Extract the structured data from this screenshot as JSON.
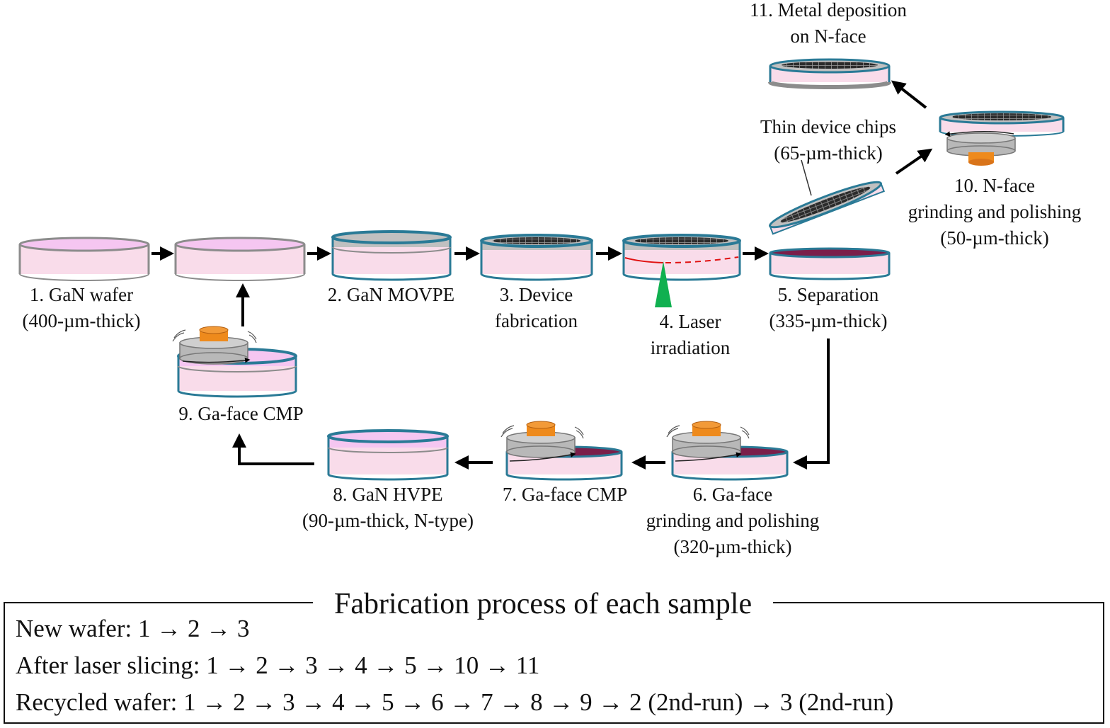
{
  "colors": {
    "wafer_fill": "#f9dcea",
    "wafer_top_pink": "#f5c6f1",
    "wafer_rim_gray": "#8c8c8c",
    "wafer_rim_blue": "#2a7a96",
    "device_layer_gray": "#c0c0c0",
    "device_grid": "#2b2b2b",
    "separation_top": "#7a1f4a",
    "laser_line": "#e01010",
    "laser_beam": "#10b050",
    "polishing_head": "#ee8a1c",
    "polishing_plate": "#b8b8b8",
    "arrow": "#000000"
  },
  "icons": [
    "wafer-icon",
    "device-chip-grid-icon",
    "polishing-head-icon",
    "laser-beam-icon",
    "arrow-icon"
  ],
  "steps": {
    "s1": [
      "1. GaN wafer",
      "(400-µm-thick)"
    ],
    "s2": [
      "2. GaN MOVPE"
    ],
    "s3": [
      "3. Device",
      "fabrication"
    ],
    "s4": [
      "4. Laser",
      "irradiation"
    ],
    "s5": [
      "5. Separation",
      "(335-µm-thick)"
    ],
    "s6": [
      "6. Ga-face",
      "grinding and polishing",
      "(320-µm-thick)"
    ],
    "s7": [
      "7. Ga-face CMP"
    ],
    "s8": [
      "8. GaN HVPE",
      "(90-µm-thick, N-type)"
    ],
    "s9": [
      "9. Ga-face CMP"
    ],
    "s10": [
      "10. N-face",
      "grinding and polishing",
      "(50-µm-thick)"
    ],
    "s11": [
      "11. Metal deposition",
      "on N-face"
    ],
    "chips": [
      "Thin device chips",
      "(65-µm-thick)"
    ]
  },
  "legend": {
    "title": "Fabrication process of each sample",
    "lines": [
      "New wafer: 1 → 2 → 3",
      "After laser slicing: 1 → 2 → 3 → 4 → 5 → 10 → 11",
      "Recycled wafer: 1 → 2 → 3 → 4 → 5 → 6 → 7 → 8 → 9 → 2 (2nd-run) → 3 (2nd-run)"
    ]
  }
}
